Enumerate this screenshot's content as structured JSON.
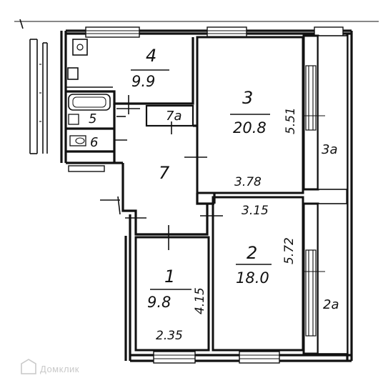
{
  "rooms": [
    {
      "id": "4",
      "number": "4",
      "area": "9.9"
    },
    {
      "id": "3",
      "number": "3",
      "area": "20.8",
      "width": "3.78",
      "depth": "5.51"
    },
    {
      "id": "2",
      "number": "2",
      "area": "18.0",
      "width": "3.15",
      "depth": "5.72"
    },
    {
      "id": "1",
      "number": "1",
      "area": "9.8",
      "width": "2.35",
      "depth": "4.15"
    },
    {
      "id": "7",
      "number": "7"
    },
    {
      "id": "7a",
      "number": "7a"
    },
    {
      "id": "5",
      "number": "5"
    },
    {
      "id": "6",
      "number": "6"
    }
  ],
  "neighbor_labels": [
    "3a",
    "2a"
  ],
  "watermark": "Домклик"
}
